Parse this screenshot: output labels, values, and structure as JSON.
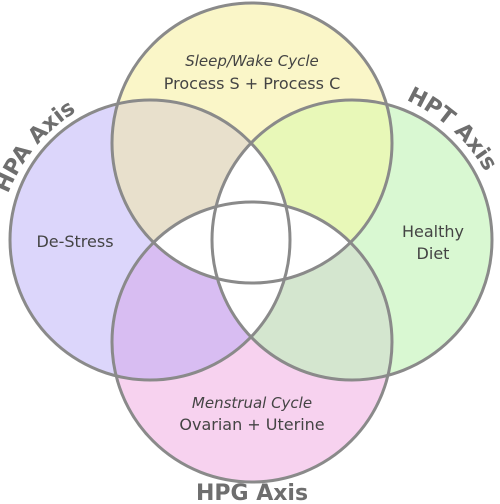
{
  "colors": {
    "top": "#faf6c8",
    "left": "#dcd6fb",
    "right": "#d9f8d2",
    "bottom": "#f7d2ef",
    "top_left": "#e8e0cc",
    "top_right": "#e8f8b8",
    "left_bottom": "#d8bdf2",
    "right_bottom": "#d4e6cf",
    "center": "#ffffff",
    "stroke": "#8a8a8a"
  },
  "top_circle": {
    "italic": "Sleep/Wake Cycle",
    "text": "Process S + Process C"
  },
  "left_circle": {
    "text": "De-Stress"
  },
  "right_circle": {
    "line1": "Healthy",
    "line2": "Diet"
  },
  "bottom_circle": {
    "italic": "Menstrual Cycle",
    "text": "Ovarian + Uterine"
  },
  "axes": {
    "left": "HPA Axis",
    "right": "HPT Axis",
    "bottom": "HPG Axis"
  }
}
